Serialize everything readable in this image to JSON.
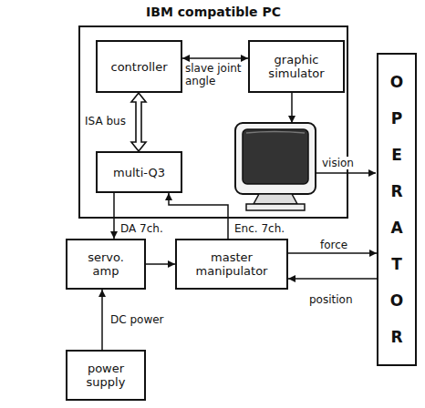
{
  "diagram": {
    "nodes": [
      {
        "text": [
          "IBM compatible PC"
        ]
      },
      {
        "text": [
          "controller"
        ],
        "in": 0
      },
      {
        "text": [
          "graphic simulator"
        ],
        "in": 0
      },
      {
        "text": [
          "multi-Q3"
        ],
        "in": 0
      },
      {
        "text": [
          "servo. amp"
        ]
      },
      {
        "text": [
          "master manipulator"
        ]
      },
      {
        "text": [
          "power supply"
        ]
      },
      {
        "text": [
          "OPERATOR"
        ]
      }
    ],
    "edges": [
      {
        "from": 1,
        "to": 2,
        "label": "slave joint angle",
        "arrow": "both"
      },
      {
        "from": 1,
        "to": 3,
        "label": "ISA bus",
        "arrow": "both"
      },
      {
        "from": 3,
        "to": 4,
        "label": "DA 7ch.",
        "arrow": "to"
      },
      {
        "from": 5,
        "to": 3,
        "label": "Enc. 7ch.",
        "arrow": "to"
      },
      {
        "from": 4,
        "to": 5,
        "arrow": "to"
      },
      {
        "from": 6,
        "to": 4,
        "label": "DC power",
        "arrow": "to"
      },
      {
        "from": 5,
        "to": 7,
        "label": "force",
        "arrow": "to"
      },
      {
        "from": 7,
        "to": 5,
        "label": "position",
        "arrow": "to"
      }
    ],
    "labels": [
      "vision"
    ]
  }
}
